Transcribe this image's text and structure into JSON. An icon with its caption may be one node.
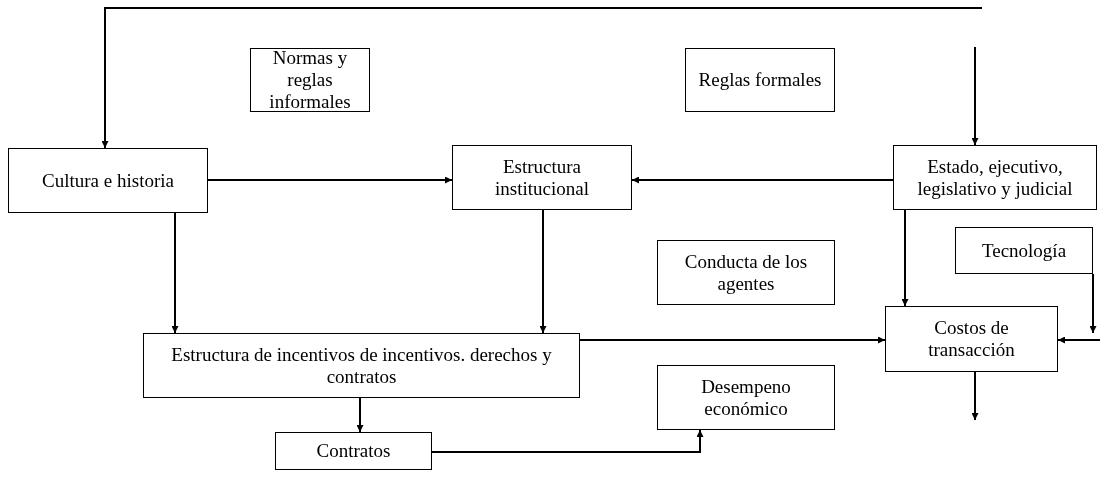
{
  "diagram": {
    "nodes": [
      {
        "text": [
          "Normas y reglas informales"
        ]
      },
      {
        "text": [
          "Reglas formales"
        ]
      },
      {
        "text": [
          "Cultura e historia"
        ]
      },
      {
        "text": [
          "Estructura institucional"
        ]
      },
      {
        "text": [
          "Estado, ejecutivo, legislativo y judicial"
        ]
      },
      {
        "text": [
          "Conducta de los agentes"
        ]
      },
      {
        "text": [
          "Tecnología"
        ]
      },
      {
        "text": [
          "Estructura de incentivos de incentivos. derechos y contratos"
        ]
      },
      {
        "text": [
          "Costos de transacción"
        ]
      },
      {
        "text": [
          "Desempeno económico"
        ]
      },
      {
        "text": [
          "Contratos"
        ]
      }
    ],
    "edges": [
      {
        "from": null,
        "to": 2,
        "arrow": "to"
      },
      {
        "from": null,
        "to": 4,
        "arrow": "to"
      },
      {
        "from": 2,
        "to": 3,
        "arrow": "to"
      },
      {
        "from": 4,
        "to": 3,
        "arrow": "to"
      },
      {
        "from": 2,
        "to": 7,
        "arrow": "to"
      },
      {
        "from": 3,
        "to": 7,
        "arrow": "to"
      },
      {
        "from": 4,
        "to": 8,
        "arrow": "to"
      },
      {
        "from": 6,
        "to": null,
        "arrow": "to"
      },
      {
        "from": null,
        "to": 8,
        "arrow": "to"
      },
      {
        "from": 7,
        "to": 8,
        "arrow": "to"
      },
      {
        "from": 7,
        "to": 10,
        "arrow": "to"
      },
      {
        "from": 8,
        "to": null,
        "arrow": "to"
      },
      {
        "from": 10,
        "to": 9,
        "arrow": "to"
      }
    ]
  }
}
